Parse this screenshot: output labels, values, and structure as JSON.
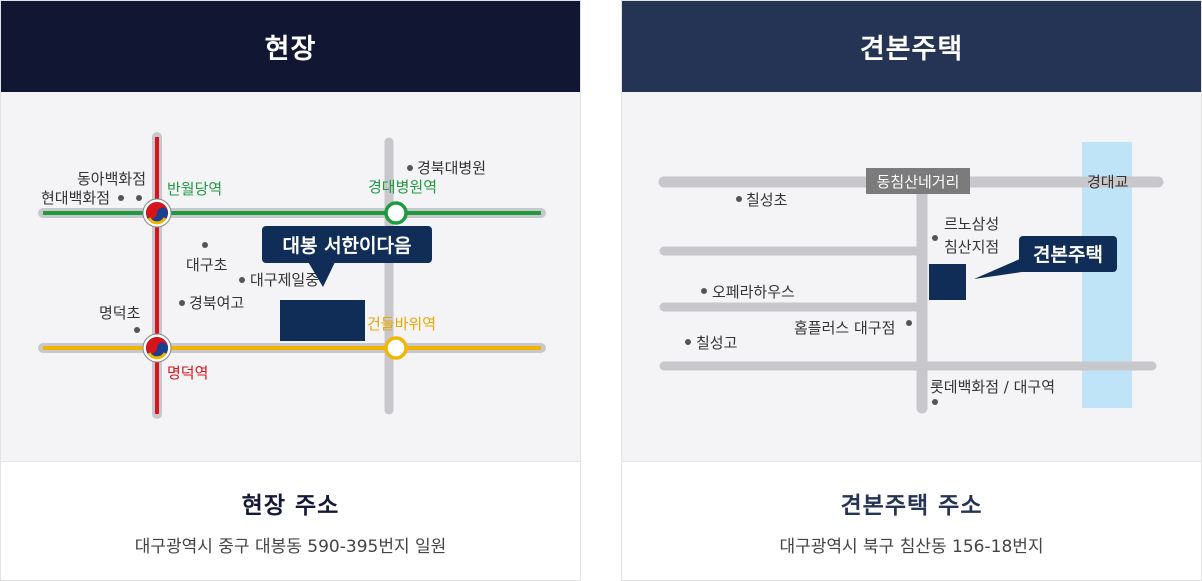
{
  "site": {
    "header": "현장",
    "map": {
      "banner": "대봉 서한이다음",
      "stations": {
        "banwoldang": "반월당역",
        "kyungdae_hospital": "경대병원역",
        "myeongdeok": "명덕역",
        "geondeulbawi": "건들바위역"
      },
      "places": {
        "kyungbuk_hospital": "경북대병원",
        "donga": "동아백화점",
        "hyundai": "현대백화점",
        "daegu_elem": "대구초",
        "daegu_jeil": "대구제일중",
        "kyungbuk_girls": "경북여고",
        "myeongdeok_elem": "명덕초"
      },
      "colors": {
        "line2": "#1e9a3f",
        "line1": "#d7141a",
        "line3": "#f2b600",
        "road": "#c8c8cc",
        "banner": "#0f2d57"
      }
    },
    "footer": {
      "title": "현장 주소",
      "address": "대구광역시 중구 대봉동 590-395번지 일원"
    }
  },
  "model_house": {
    "header": "견본주택",
    "map": {
      "banner": "견본주택",
      "intersection": "동침산네거리",
      "places": {
        "kyungdaegyo": "경대교",
        "chilseong_elem": "칠성초",
        "renault": "르노삼성",
        "renault_branch": "침산지점",
        "opera": "오페라하우스",
        "homeplus": "홈플러스 대구점",
        "chilseong_high": "칠성고",
        "lotte": "롯데백화점 / 대구역"
      },
      "colors": {
        "river": "#bfe3f7",
        "road": "#c8c8cc",
        "banner": "#0f2d57",
        "tag": "#7b7b7b"
      }
    },
    "footer": {
      "title": "견본주택 주소",
      "address": "대구광역시 북구 침산동 156-18번지"
    }
  }
}
